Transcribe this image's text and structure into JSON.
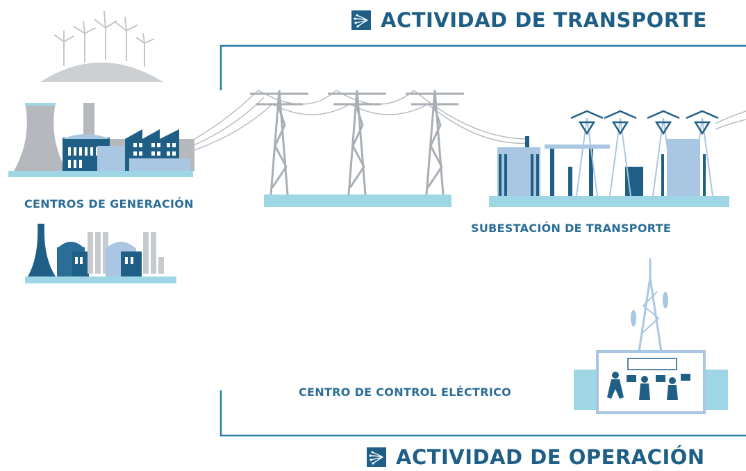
{
  "headings": {
    "transport": "ACTIVIDAD DE TRANSPORTE",
    "operation": "ACTIVIDAD DE OPERACIÓN"
  },
  "labels": {
    "generation": "CENTROS DE GENERACIÓN",
    "substation": "SUBESTACIÓN DE TRANSPORTE",
    "control_center": "CENTRO DE CONTROL ELÉCTRICO"
  },
  "colors": {
    "dark_blue": "#1f5f86",
    "mid_blue": "#2a6d96",
    "light_blue": "#9fd6e6",
    "pale_blue": "#a9c6e2",
    "grey": "#b5b8bc",
    "tower_grey": "#a8aeb4"
  }
}
